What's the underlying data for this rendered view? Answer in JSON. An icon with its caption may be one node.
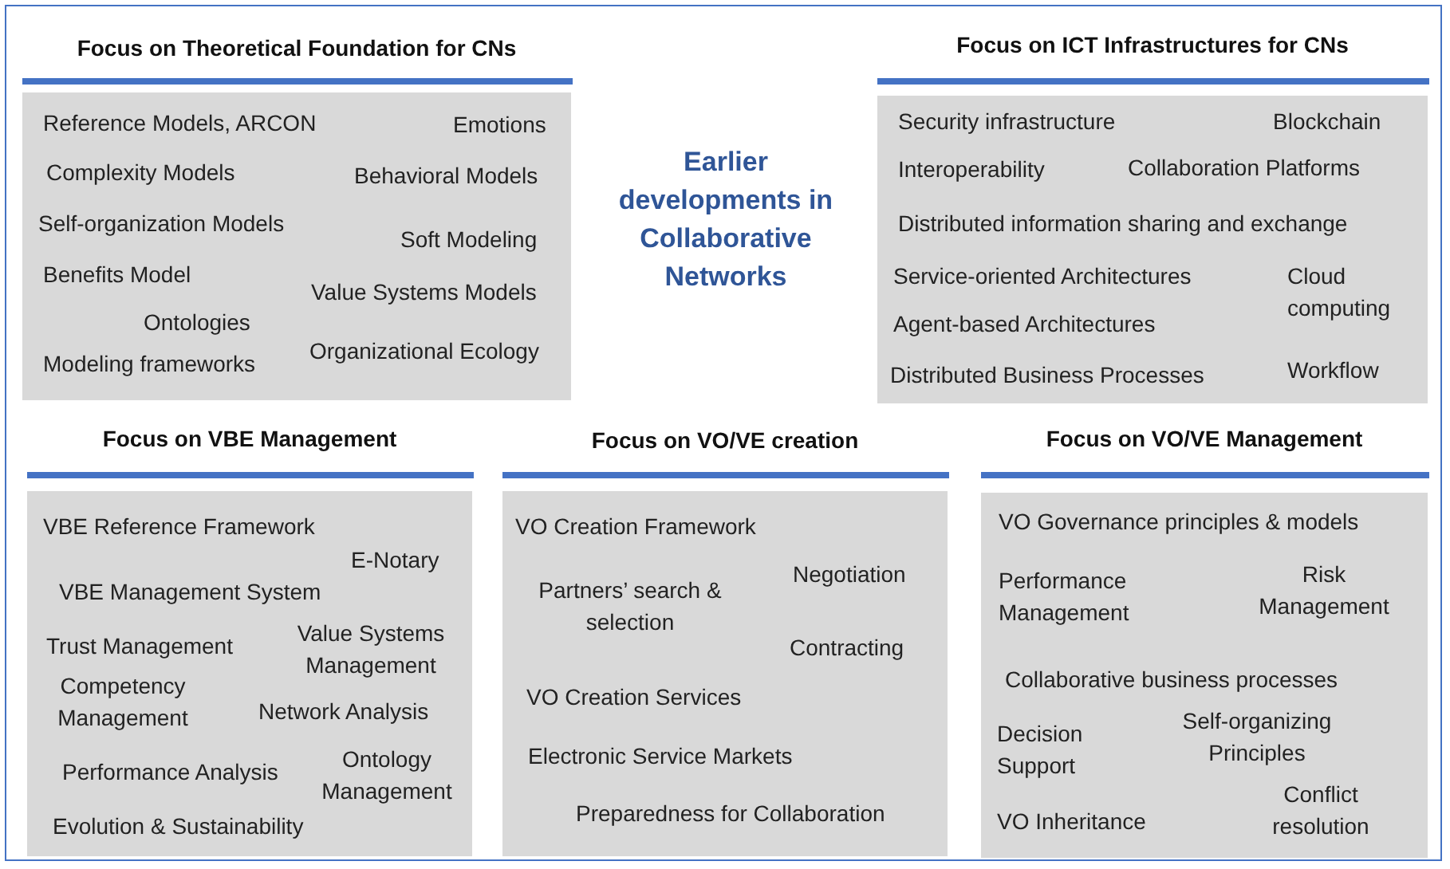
{
  "diagram": {
    "nodes": [
      {
        "text": [
          "Focus on Theoretical Foundation for CNs",
          "Reference Models, ARCON",
          "Emotions",
          "Complexity Models",
          "Behavioral Models",
          "Self-organization Models",
          "Soft Modeling",
          "Benefits Model",
          "Value Systems Models",
          "Ontologies",
          "Organizational Ecology",
          "Modeling frameworks"
        ]
      },
      {
        "text": [
          "Focus on ICT Infrastructures for CNs",
          "Security infrastructure",
          "Blockchain",
          "Interoperability",
          "Collaboration Platforms",
          "Distributed information sharing and exchange",
          "Service-oriented Architectures",
          "Cloud computing",
          "Agent-based Architectures",
          "Distributed Business Processes",
          "Workflow"
        ]
      },
      {
        "text": [
          "Focus on VBE Management",
          "VBE Reference Framework",
          "E-Notary",
          "VBE Management System",
          "Trust Management",
          "Value Systems Management",
          "Competency Management",
          "Network Analysis",
          "Performance Analysis",
          "Ontology Management",
          "Evolution & Sustainability"
        ]
      },
      {
        "text": [
          "Focus on VO/VE creation",
          "VO Creation Framework",
          "Negotiation",
          "Partners’ search & selection",
          "Contracting",
          "VO Creation Services",
          "Electronic Service Markets",
          "Preparedness for Collaboration"
        ]
      },
      {
        "text": [
          "Focus on VO/VE Management",
          "VO Governance principles & models",
          "Performance Management",
          "Risk Management",
          "Collaborative business processes",
          "Decision Support",
          "Self-organizing Principles",
          "VO Inheritance",
          "Conflict resolution"
        ]
      }
    ],
    "edges": [],
    "labels": [
      "Earlier developments in Collaborative Networks"
    ]
  }
}
